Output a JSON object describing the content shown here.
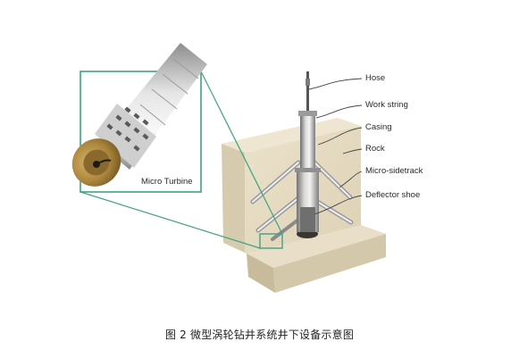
{
  "labels": {
    "hose": "Hose",
    "work_string": "Work string",
    "casing": "Casing",
    "rock": "Rock",
    "micro_sidetrack": "Micro-sidetrack",
    "deflector_shoe": "Deflector shoe",
    "micro_turbine": "Micro Turbine"
  },
  "caption": "图 2 微型涡轮钻井系统井下设备示意图",
  "colors": {
    "callout_green": "#3da37f",
    "rock_face": "#e7dcc4",
    "rock_side": "#cfc3a6",
    "rock_top": "#efe6d2",
    "turbine_gold": "#b08a3a"
  }
}
